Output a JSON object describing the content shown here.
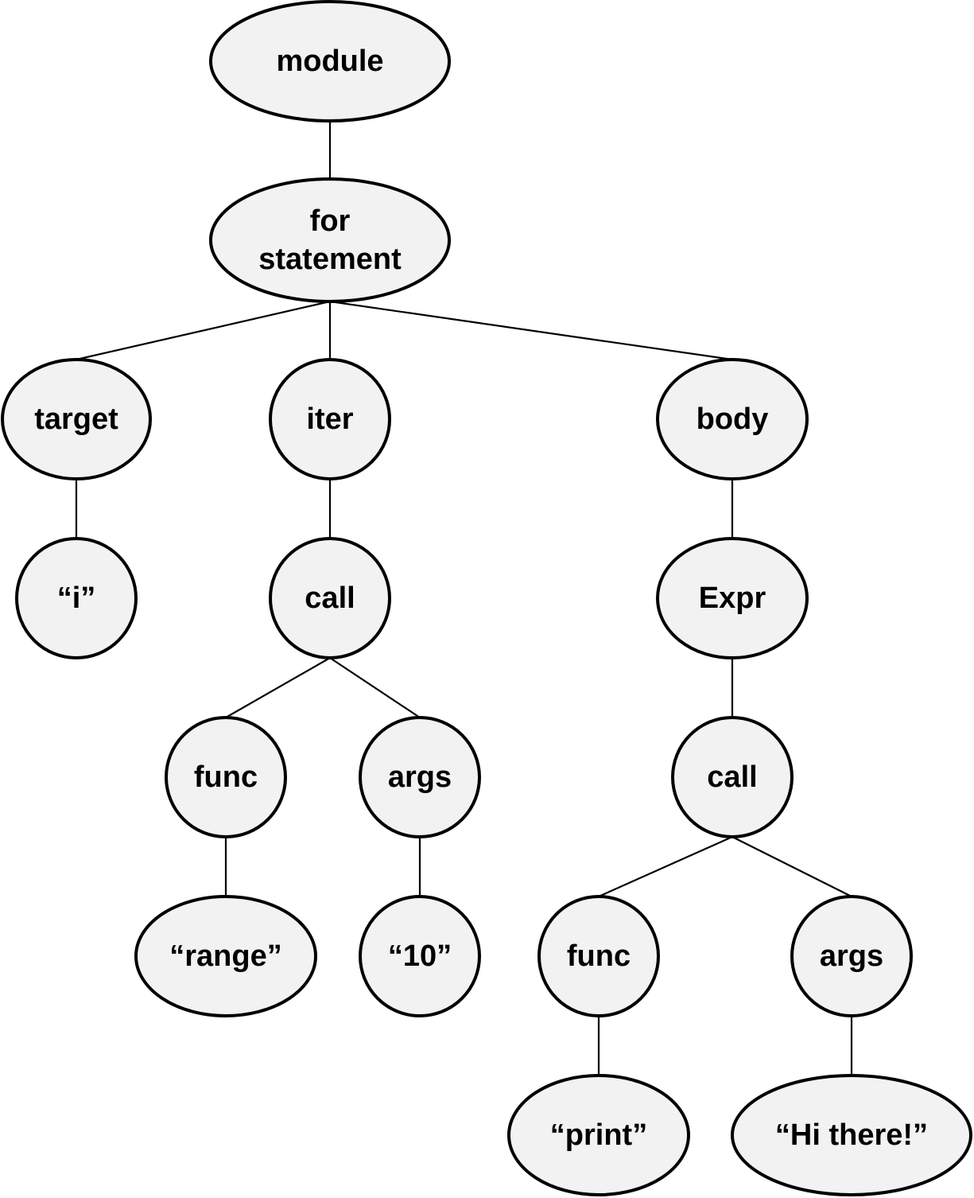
{
  "nodes": [
    {
      "id": "module",
      "label": [
        "module"
      ]
    },
    {
      "id": "for",
      "label": [
        "for",
        "statement"
      ]
    },
    {
      "id": "target",
      "label": [
        "target"
      ]
    },
    {
      "id": "iter",
      "label": [
        "iter"
      ]
    },
    {
      "id": "body",
      "label": [
        "body"
      ]
    },
    {
      "id": "i",
      "label": [
        "“i”"
      ]
    },
    {
      "id": "call1",
      "label": [
        "call"
      ]
    },
    {
      "id": "expr",
      "label": [
        "Expr"
      ]
    },
    {
      "id": "func1",
      "label": [
        "func"
      ]
    },
    {
      "id": "args1",
      "label": [
        "args"
      ]
    },
    {
      "id": "call2",
      "label": [
        "call"
      ]
    },
    {
      "id": "range",
      "label": [
        "“range”"
      ]
    },
    {
      "id": "ten",
      "label": [
        "“10”"
      ]
    },
    {
      "id": "func2",
      "label": [
        "func"
      ]
    },
    {
      "id": "args2",
      "label": [
        "args"
      ]
    },
    {
      "id": "print",
      "label": [
        "“print”"
      ]
    },
    {
      "id": "hi",
      "label": [
        "“Hi there!”"
      ]
    }
  ],
  "edges": [
    [
      "module",
      "for"
    ],
    [
      "for",
      "target"
    ],
    [
      "for",
      "iter"
    ],
    [
      "for",
      "body"
    ],
    [
      "target",
      "i"
    ],
    [
      "iter",
      "call1"
    ],
    [
      "call1",
      "func1"
    ],
    [
      "call1",
      "args1"
    ],
    [
      "func1",
      "range"
    ],
    [
      "args1",
      "ten"
    ],
    [
      "body",
      "expr"
    ],
    [
      "expr",
      "call2"
    ],
    [
      "call2",
      "func2"
    ],
    [
      "call2",
      "args2"
    ],
    [
      "func2",
      "print"
    ],
    [
      "args2",
      "hi"
    ]
  ],
  "colors": {
    "node_fill": "#f2f2f2",
    "stroke": "#000000",
    "text": "#000000"
  }
}
